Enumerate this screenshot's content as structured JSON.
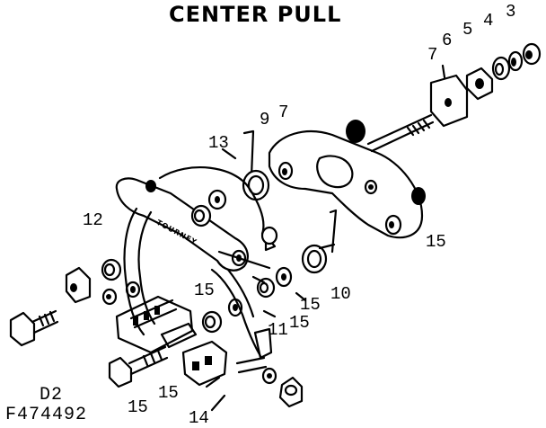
{
  "title": "CENTER PULL",
  "model_code_top": "D2",
  "model_code_bottom": "F474492",
  "brand_marking": "TOURNEY",
  "part_labels": [
    {
      "id": "label-3",
      "text": "3"
    },
    {
      "id": "label-4",
      "text": "4"
    },
    {
      "id": "label-5",
      "text": "5"
    },
    {
      "id": "label-6",
      "text": "6"
    },
    {
      "id": "label-7-top",
      "text": "7"
    },
    {
      "id": "label-9",
      "text": "9"
    },
    {
      "id": "label-7-mid",
      "text": "7"
    },
    {
      "id": "label-13",
      "text": "13"
    },
    {
      "id": "label-12",
      "text": "12"
    },
    {
      "id": "label-15-right",
      "text": "15"
    },
    {
      "id": "label-15-center",
      "text": "15"
    },
    {
      "id": "label-15-mid",
      "text": "15"
    },
    {
      "id": "label-10",
      "text": "10"
    },
    {
      "id": "label-11",
      "text": "11"
    },
    {
      "id": "label-15-lower",
      "text": "15"
    },
    {
      "id": "label-15-bottom",
      "text": "15"
    },
    {
      "id": "label-15-left",
      "text": "15"
    },
    {
      "id": "label-14",
      "text": "14"
    }
  ]
}
